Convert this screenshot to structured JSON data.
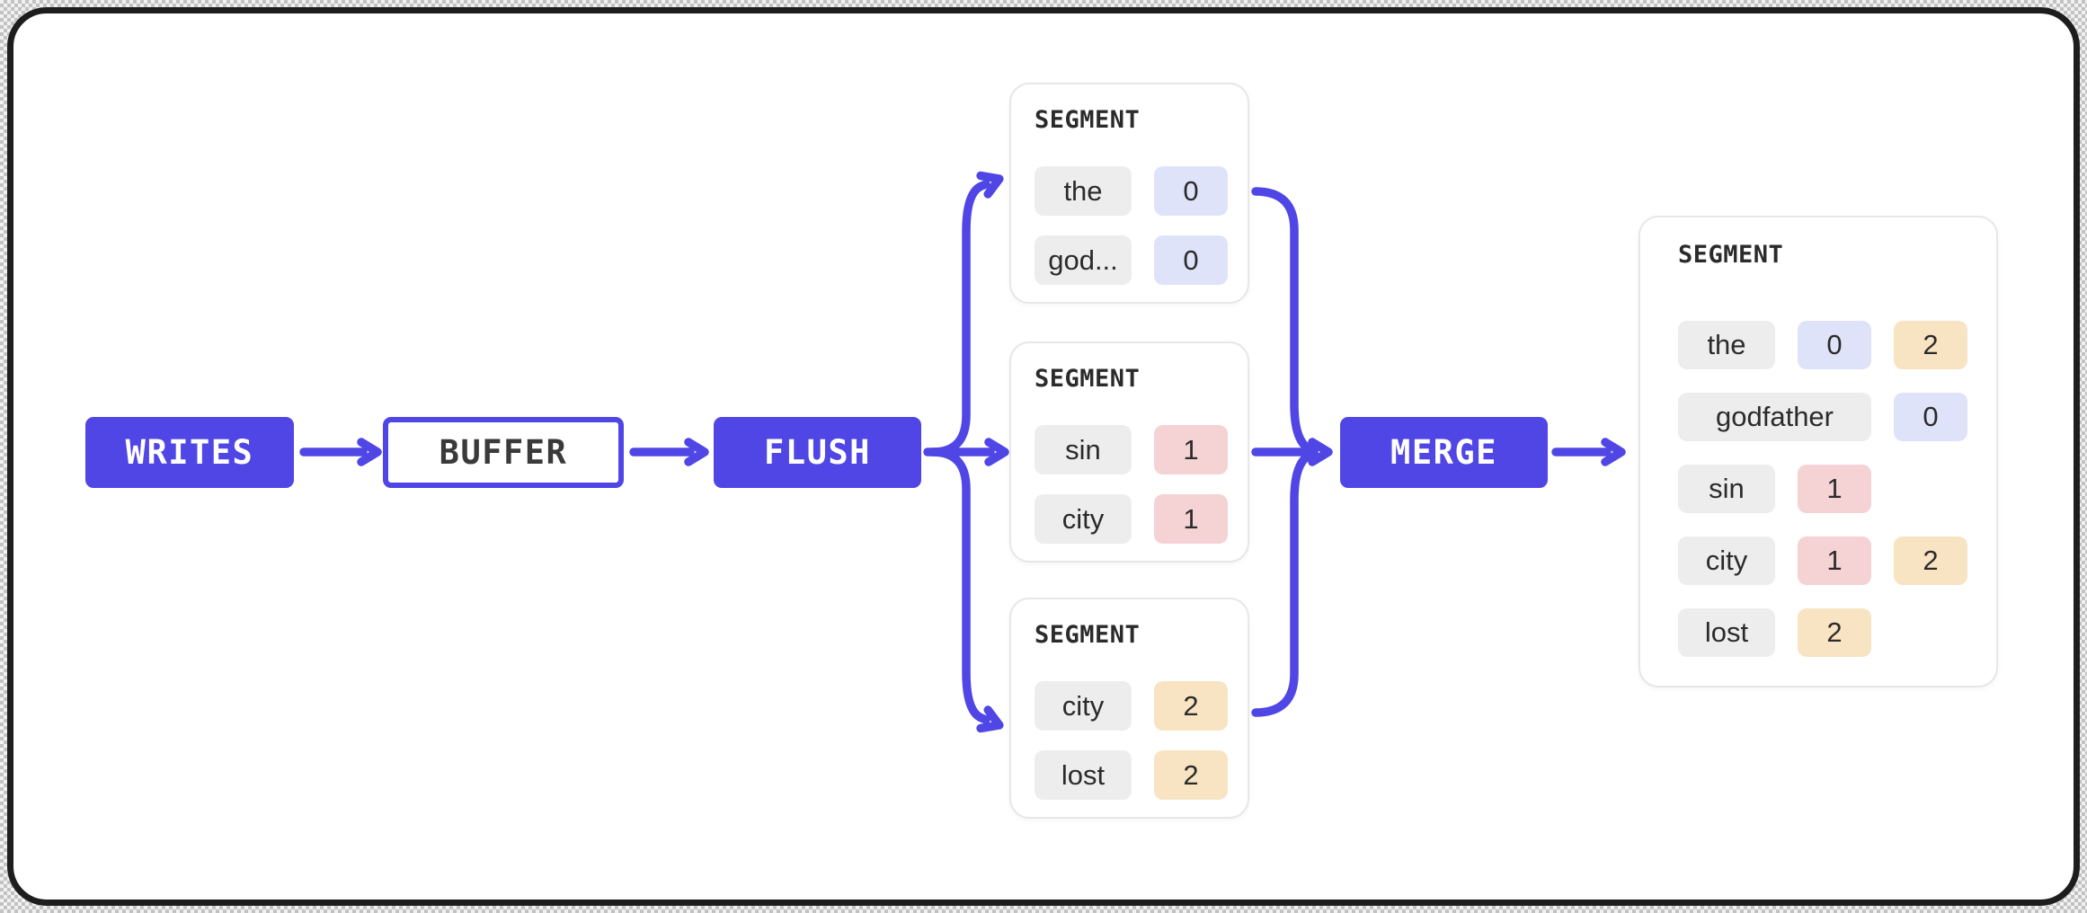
{
  "colors": {
    "accent": "#4f46e5",
    "ink": "#2b2b2b",
    "chip-term": "#ededed",
    "chip-blue": "#dfe3fa",
    "chip-pink": "#f5d2d4",
    "chip-amber": "#f8e4c2"
  },
  "nodes": {
    "writes": "WRITES",
    "buffer": "BUFFER",
    "flush": "FLUSH",
    "merge": "MERGE"
  },
  "segments": [
    {
      "title": "SEGMENT",
      "rows": [
        {
          "term": "the",
          "value": "0"
        },
        {
          "term": "god...",
          "value": "0"
        }
      ]
    },
    {
      "title": "SEGMENT",
      "rows": [
        {
          "term": "sin",
          "value": "1"
        },
        {
          "term": "city",
          "value": "1"
        }
      ]
    },
    {
      "title": "SEGMENT",
      "rows": [
        {
          "term": "city",
          "value": "2"
        },
        {
          "term": "lost",
          "value": "2"
        }
      ]
    }
  ],
  "merged": {
    "title": "SEGMENT",
    "rows": [
      {
        "term": "the",
        "values": [
          "0",
          "2"
        ]
      },
      {
        "term": "godfather",
        "values": [
          "0"
        ]
      },
      {
        "term": "sin",
        "values": [
          "1"
        ]
      },
      {
        "term": "city",
        "values": [
          "1",
          "2"
        ]
      },
      {
        "term": "lost",
        "values": [
          "2"
        ]
      }
    ]
  }
}
